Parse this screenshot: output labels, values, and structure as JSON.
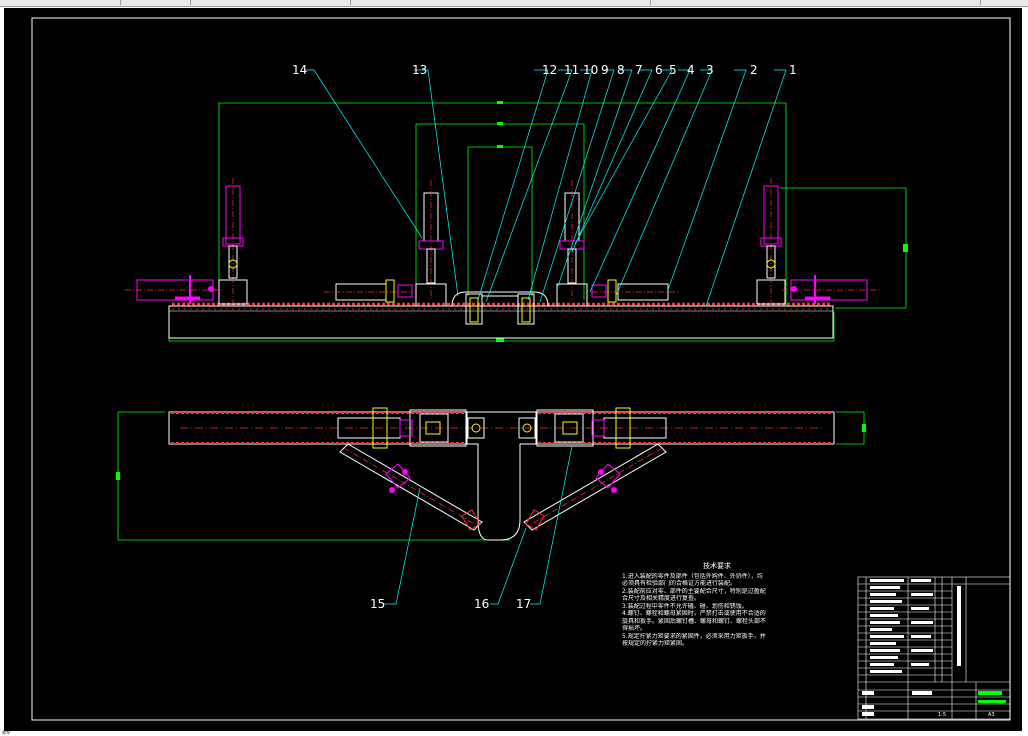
{
  "window": {
    "toolbar_segments": 5,
    "status_text": "命令:"
  },
  "drawing": {
    "background": "#000000",
    "colors": {
      "outline": "#ffffff",
      "dimension": "#00ff00",
      "leader": "#00ffff",
      "centerline": "#ff0000",
      "fastener": "#ff00ff",
      "highlight": "#ffff00",
      "hatch": "#ff3030"
    },
    "callouts_upper": [
      "14",
      "13",
      "12",
      "11",
      "10",
      "9",
      "8",
      "7",
      "6",
      "5",
      "4",
      "3",
      "2",
      "1"
    ],
    "callouts_lower": [
      "15",
      "16",
      "17"
    ],
    "technical_requirements": {
      "title": "技术要求",
      "lines": [
        "1.进入装配的零件及部件（包括外购件、外协件），均",
        "必须具有检验部门的合格证方能进行装配。",
        "2.装配前应对零、部件的主要配合尺寸，特别是过盈配",
        "合尺寸及相关精度进行复查。",
        "3.装配过程中零件不允许磕、碰、划伤和锈蚀。",
        "4.螺钉、螺栓和螺母紧固时，严禁打击或使用不合适的",
        "旋具和扳手。紧固后螺钉槽、螺母和螺钉、螺栓头部不",
        "得损坏。",
        "5.规定拧紧力矩要求的紧固件，必须采用力矩扳手，并",
        "按规定的拧紧力矩紧固。"
      ]
    },
    "title_block": {
      "rows": 14,
      "scale": "1:5",
      "sheet": "A3"
    }
  }
}
